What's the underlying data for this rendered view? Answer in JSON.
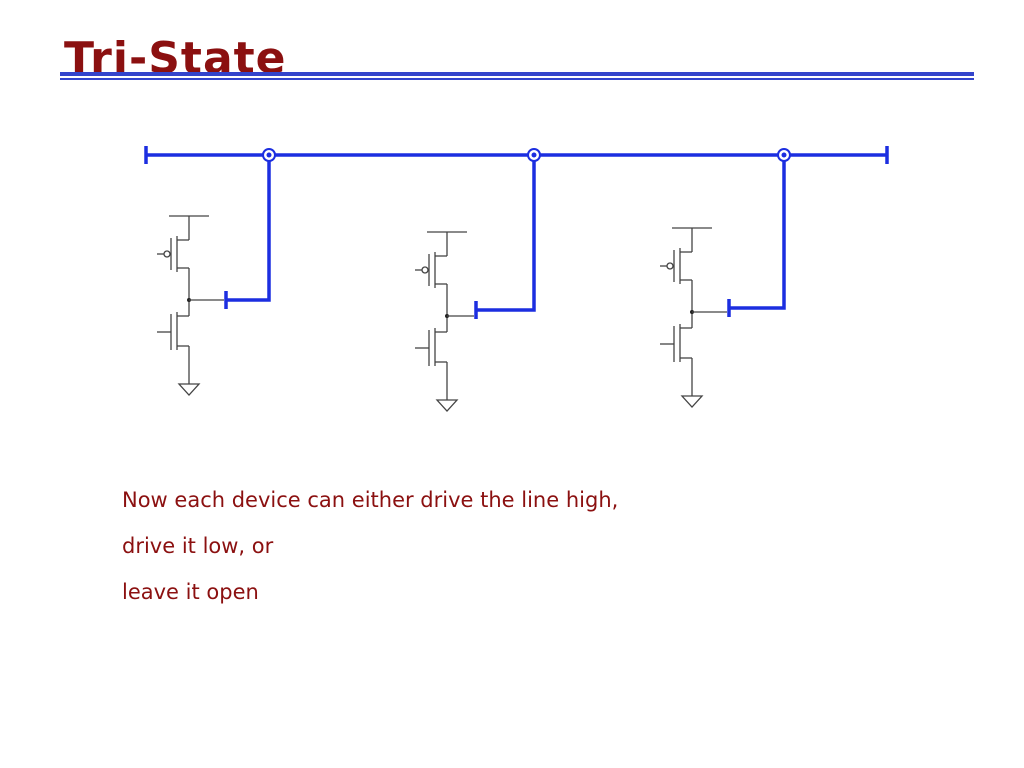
{
  "slide": {
    "title": "Tri-State",
    "lines": [
      "Now each device can either drive the line high,",
      "drive it low, or",
      "leave it open"
    ]
  },
  "colors": {
    "title": "#8b1010",
    "rule": "#3344cc",
    "bus": "#1c2ee0",
    "circuit": "#444444",
    "text": "#8b1010"
  },
  "diagram": {
    "bus_drivers": 3,
    "driver_icons": [
      "cmos-inverter-icon",
      "cmos-inverter-icon",
      "cmos-inverter-icon"
    ]
  }
}
